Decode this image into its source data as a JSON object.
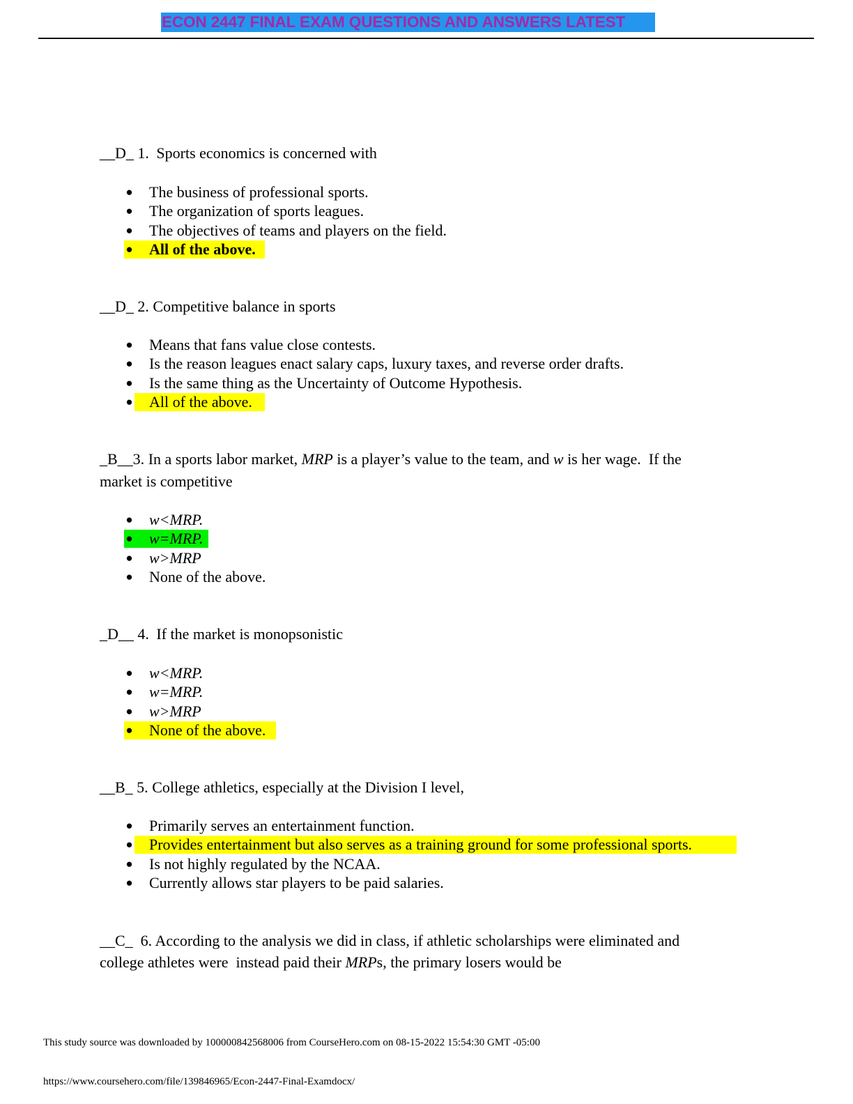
{
  "header": {
    "title": "ECON 2447 FINAL EXAM QUESTIONS AND ANSWERS LATEST",
    "banner_color": "#2596ed",
    "title_color": "#a22aa8"
  },
  "highlight_colors": {
    "yellow": "#ffff00",
    "green": "#00f000"
  },
  "questions": [
    {
      "answer_blank": "__D_ 1.",
      "prompt": "Sports economics is concerned with",
      "options": [
        {
          "text": "The business of professional sports."
        },
        {
          "text": "The organization of sports leagues."
        },
        {
          "text": "The objectives of teams and players on the field."
        },
        {
          "text": "All of the above.",
          "highlight": "yellow",
          "bold": true
        }
      ]
    },
    {
      "answer_blank": "__D_ 2.",
      "prompt": "Competitive balance in sports",
      "options": [
        {
          "text": "Means that fans value close contests."
        },
        {
          "text": "Is the reason leagues enact salary caps, luxury taxes, and reverse order drafts."
        },
        {
          "text": "Is the same thing as the Uncertainty of Outcome Hypothesis."
        },
        {
          "text": "All of the above.",
          "highlight": "yellow"
        }
      ]
    },
    {
      "answer_blank": "_B__3.",
      "prompt_parts": {
        "p1": "In a sports labor market,",
        "mrp": "MRP",
        "p2": "is a player’s value to the team, and",
        "w": "w",
        "p3": "is her wage.  If the",
        "line2": "market is competitive"
      },
      "options": [
        {
          "text": "w<MRP."
        },
        {
          "text": "w=MRP.",
          "highlight": "green"
        },
        {
          "text": "w>MRP"
        },
        {
          "text": "None of the above."
        }
      ]
    },
    {
      "answer_blank": "_D__ 4.",
      "prompt": "If the market is monopsonistic",
      "options": [
        {
          "text": "w<MRP."
        },
        {
          "text": "w=MRP."
        },
        {
          "text": "w>MRP"
        },
        {
          "text": "None of the above.",
          "highlight": "yellow"
        }
      ]
    },
    {
      "answer_blank": "__B_ 5.",
      "prompt": "College athletics, especially at the Division I level,",
      "options": [
        {
          "text": "Primarily serves an entertainment function."
        },
        {
          "text": "Provides entertainment but also serves as a training ground for some professional sports.",
          "highlight": "yellow"
        },
        {
          "text": "Is not highly regulated by the NCAA."
        },
        {
          "text": "Currently allows star players to be paid salaries."
        }
      ]
    },
    {
      "answer_blank": "__C_  6.",
      "prompt_parts": {
        "line1": "According to the analysis we did in class, if athletic scholarships were eliminated and",
        "line2a": "college athletes were  instead paid their",
        "mrp": "MRP",
        "line2b": "s, the primary losers would be"
      }
    }
  ],
  "bullet_glyph": "●",
  "footer": {
    "download_notice": "This study source was downloaded by 100000842568006 from CourseHero.com on 08-15-2022 15:54:30 GMT -05:00",
    "url": "https://www.coursehero.com/file/139846965/Econ-2447-Final-Examdocx/"
  }
}
